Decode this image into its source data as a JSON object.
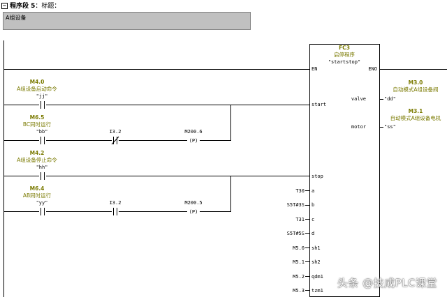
{
  "segment": {
    "icon": "collapse-box-icon",
    "title": "程序段 5",
    "label": "：标题："
  },
  "comment": "A组设备",
  "block": {
    "name": "FC3",
    "comment": "启停程序",
    "symbol": "\"startstop\"",
    "en": "EN",
    "eno": "ENO",
    "inputs": [
      "start",
      "stop",
      "a",
      "b",
      "c",
      "d",
      "sh1",
      "sh2",
      "qdm1",
      "tzm1"
    ],
    "outputs": [
      "valve",
      "motor"
    ]
  },
  "rungs": {
    "start_addr": "M4.0",
    "start_comment": "A组设备启动命令",
    "start_sym": "\"jj\"",
    "bc_addr": "M6.5",
    "bc_comment": "BC同时运行",
    "bc_sym": "\"bb\"",
    "bc_contact2": "I3.2",
    "bc_coil": "M200.6",
    "bc_coil_label": "(P)",
    "stop_addr": "M4.2",
    "stop_comment": "A组设备停止命令",
    "stop_sym": "\"hh\"",
    "ab_addr": "M6.4",
    "ab_comment": "AB同时运行",
    "ab_sym": "\"yy\"",
    "ab_contact2": "I3.2",
    "ab_coil": "M200.5",
    "ab_coil_label": "(P)"
  },
  "params": {
    "a": "T30",
    "b": "S5T#3S",
    "c": "T31",
    "d": "S5T#5S",
    "sh1": "M5.0",
    "sh2": "M5.1",
    "qdm1": "M5.2",
    "tzm1": "M5.3"
  },
  "outputs_right": {
    "valve_addr": "M3.0",
    "valve_comment": "自动模式A组设备阀",
    "valve_sym": "\"dd\"",
    "motor_addr": "M3.1",
    "motor_comment": "自动模式A组设备电机",
    "motor_sym": "\"ss\""
  },
  "watermark": "头条 @技成PLC课堂"
}
